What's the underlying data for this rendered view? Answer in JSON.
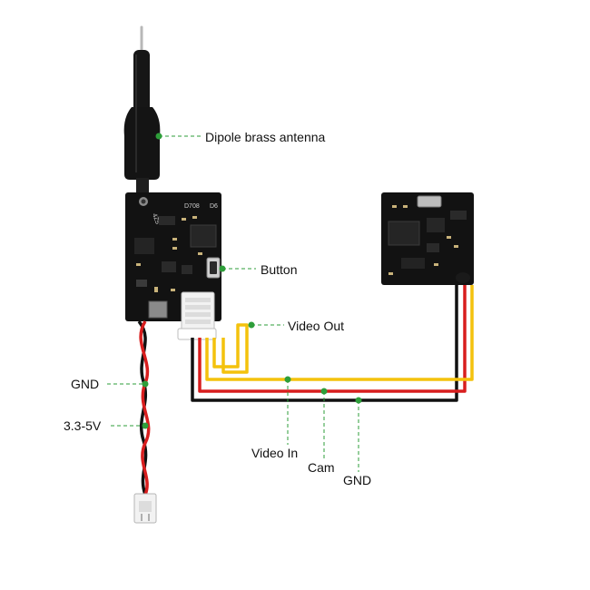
{
  "labels": {
    "antenna": "Dipole brass antenna",
    "button": "Button",
    "video_out": "Video Out",
    "gnd_power": "GND",
    "power": "3.3-5V",
    "video_in": "Video In",
    "cam": "Cam",
    "gnd_cam": "GND"
  },
  "pcb_markings": {
    "vtx_top_left": "D708",
    "vtx_top_right": "D6",
    "vtx_side": "4Z5"
  },
  "colors": {
    "board": "#121212",
    "leader": "#2e9e3a",
    "wire_yellow": "#f4c20d",
    "wire_red": "#d81e1e",
    "wire_black": "#111111",
    "connector": "#f2f2f2"
  }
}
